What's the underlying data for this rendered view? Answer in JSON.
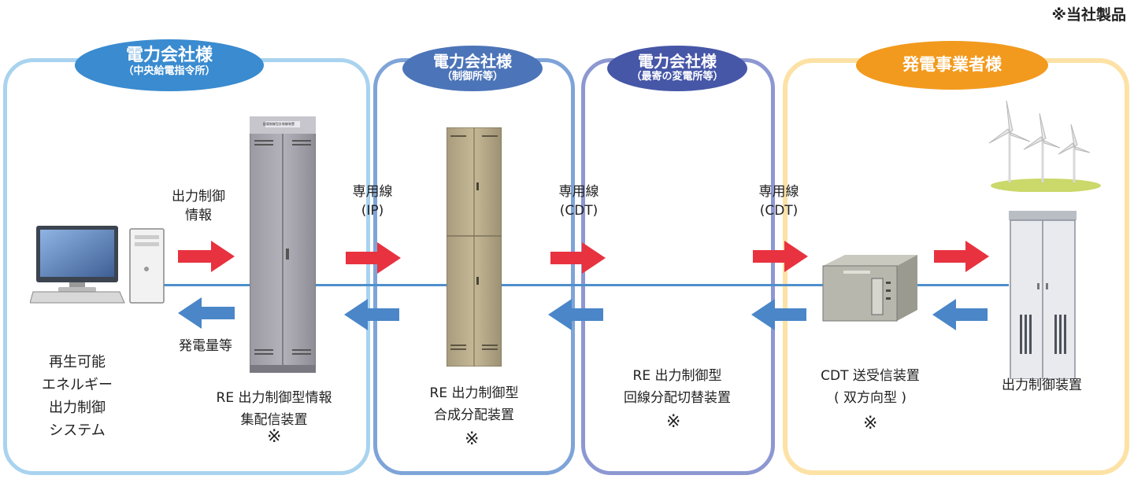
{
  "note": "※当社製品",
  "zones": {
    "central": {
      "title": "電力会社様",
      "subtitle": "（中央給電指令所）",
      "pill_color": "#3a8bd0",
      "border_color": "#a9d3ef"
    },
    "control": {
      "title": "電力会社様",
      "subtitle": "（制御所等）",
      "pill_color": "#4c74b8",
      "border_color": "#7ea4d8"
    },
    "substation": {
      "title": "電力会社様",
      "subtitle": "（最寄の変電所等）",
      "pill_color": "#4657a8",
      "border_color": "#8d98d2"
    },
    "generator": {
      "title": "発電事業者様",
      "pill_color": "#f29a1e",
      "border_color": "#fde2a6"
    }
  },
  "flows": {
    "down_label": "出力制御\n情報",
    "up_label": "発電量等",
    "down_color": "#e8323f",
    "up_color": "#4a86c8"
  },
  "links": [
    {
      "line1": "専用線",
      "line2": "(IP)"
    },
    {
      "line1": "専用線",
      "line2": "(CDT)"
    },
    {
      "line1": "専用線",
      "line2": "(CDT)"
    }
  ],
  "devices": {
    "pc": {
      "label": "再生可能\nエネルギー\n出力制御\nシステム",
      "icon": "desktop-computer-icon"
    },
    "info_server": {
      "label": "RE 出力制御型情報\n集配信装置",
      "mark": "※",
      "cabinet_tag": "配電制御型計制御装置"
    },
    "synth": {
      "label": "RE 出力制御型\n合成分配装置",
      "mark": "※"
    },
    "switcher": {
      "label": "RE 出力制御型\n回線分配切替装置",
      "mark": "※"
    },
    "cdt": {
      "label": "CDT 送受信装置\n( 双方向型 )",
      "mark": "※"
    },
    "controller": {
      "label": "出力制御装置",
      "icon": "wind-turbines-icon"
    }
  }
}
